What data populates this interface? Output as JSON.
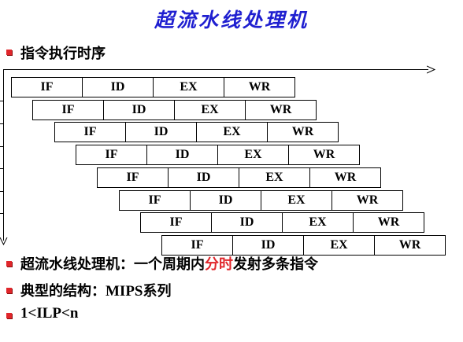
{
  "title": "超流水线处理机",
  "subheading": "指令执行时序",
  "pipeline": {
    "stages": [
      "IF",
      "ID",
      "EX",
      "WR"
    ],
    "rows": 8
  },
  "bullets": {
    "b1_prefix": "超流水线处理机：一个周期内",
    "b1_highlight": "分时",
    "b1_suffix": "发射多条指令",
    "b2_prefix": "典型的结构：",
    "b2_latin": "MIPS",
    "b2_suffix": "系列",
    "b3": "1<ILP<n"
  },
  "colors": {
    "title": "#1f1fd0",
    "bullet": "#e0262b",
    "highlight": "#e0262b"
  }
}
